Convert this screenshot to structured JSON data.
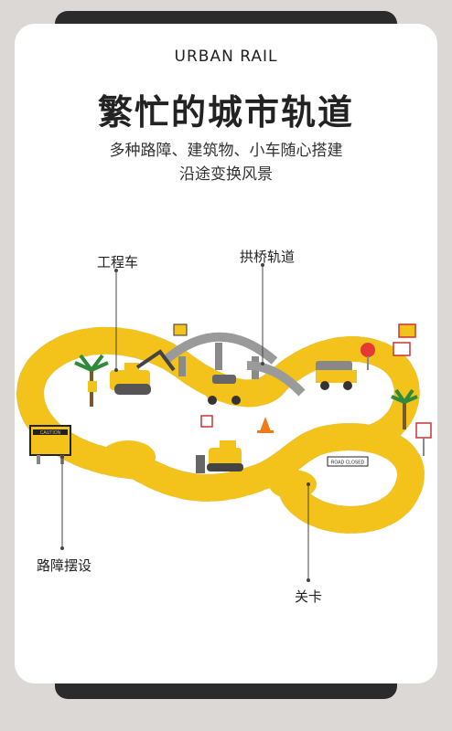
{
  "header": {
    "eyebrow": "URBAN RAIL",
    "title": "繁忙的城市轨道",
    "subtitle_line1": "多种路障、建筑物、小车随心搭建",
    "subtitle_line2": "沿途变换风景"
  },
  "callouts": {
    "engineering_vehicle": "工程车",
    "arch_bridge_track": "拱桥轨道",
    "roadblock_setup": "路障摆设",
    "checkpoint": "关卡"
  },
  "signs": {
    "caution": "CAUTION",
    "road_closed": "ROAD CLOSED"
  },
  "colors": {
    "track_yellow": "#f3c21b",
    "track_gray": "#c9c9c9",
    "bar_dark": "#2b2b2b",
    "background": "#dcd8d6"
  }
}
